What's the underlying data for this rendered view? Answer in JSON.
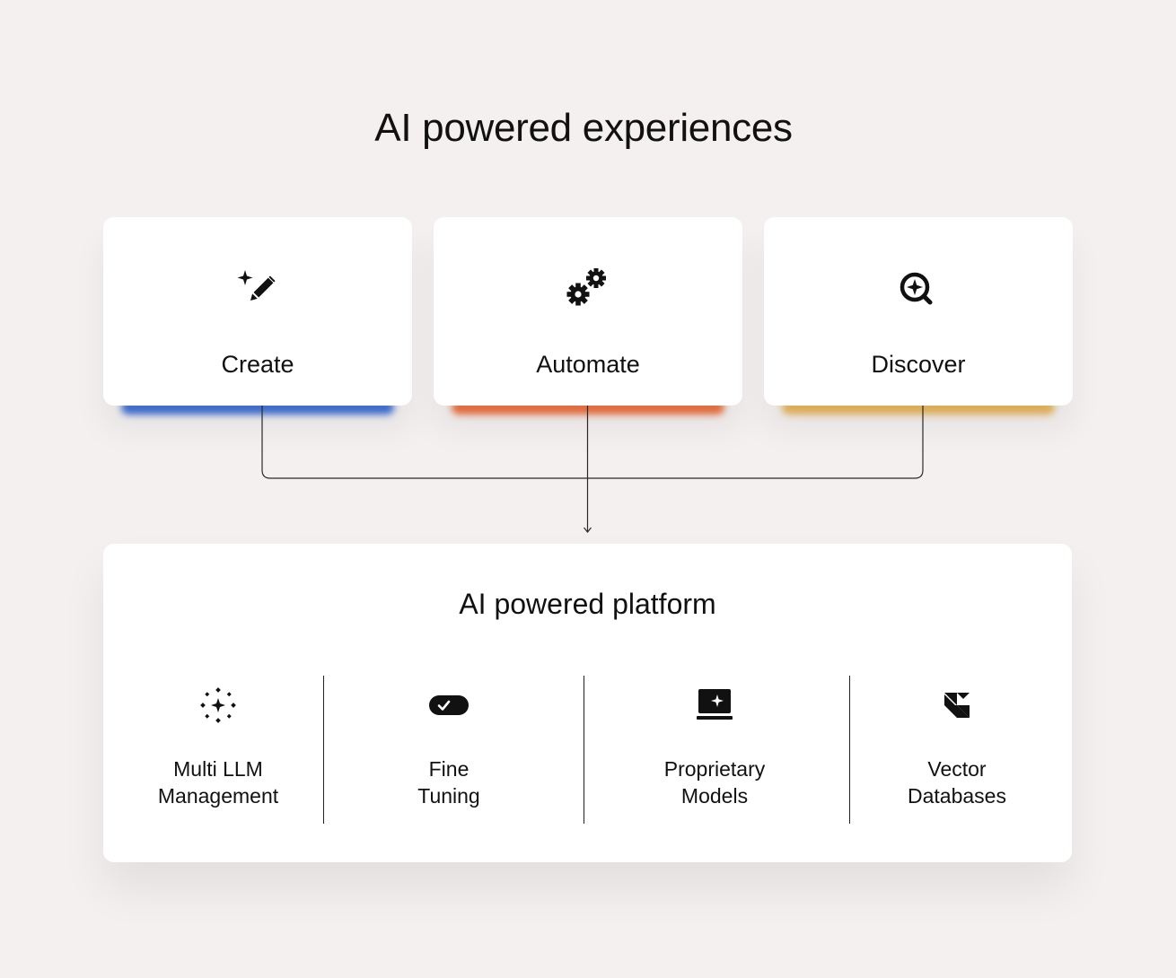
{
  "title": "AI powered experiences",
  "experiences": [
    {
      "label": "Create",
      "icon": "sparkle-pencil-icon",
      "accent": "#3f6fd6"
    },
    {
      "label": "Automate",
      "icon": "gears-icon",
      "accent": "#ec6f3c"
    },
    {
      "label": "Discover",
      "icon": "magnify-sparkle-icon",
      "accent": "#e8b45a"
    }
  ],
  "platform": {
    "title": "AI powered platform",
    "features": [
      {
        "line1": "Multi LLM",
        "line2": "Management",
        "icon": "sparkle-cluster-icon"
      },
      {
        "line1": "Fine",
        "line2": "Tuning",
        "icon": "toggle-check-icon"
      },
      {
        "line1": "Proprietary",
        "line2": "Models",
        "icon": "laptop-sparkle-icon"
      },
      {
        "line1": "Vector",
        "line2": "Databases",
        "icon": "vector-shapes-icon"
      }
    ]
  }
}
